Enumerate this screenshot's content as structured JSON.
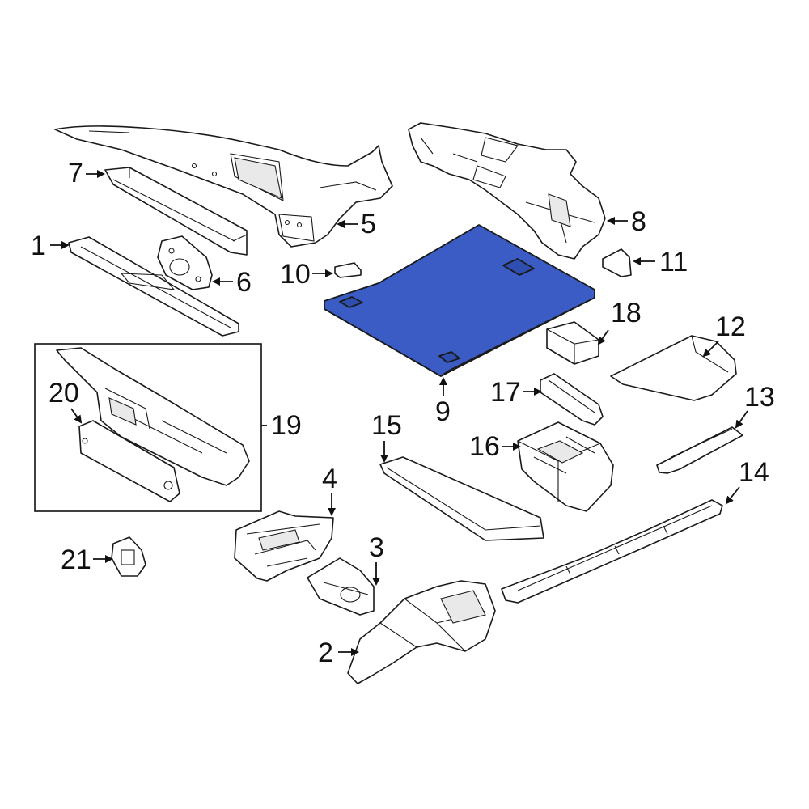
{
  "diagram": {
    "highlight_color": "#3a5cc4",
    "callouts": {
      "c1": "1",
      "c2": "2",
      "c3": "3",
      "c4": "4",
      "c5": "5",
      "c6": "6",
      "c7": "7",
      "c8": "8",
      "c9": "9",
      "c10": "10",
      "c11": "11",
      "c12": "12",
      "c13": "13",
      "c14": "14",
      "c15": "15",
      "c16": "16",
      "c17": "17",
      "c18": "18",
      "c19": "19",
      "c20": "20",
      "c21": "21"
    },
    "highlighted_part": "9"
  }
}
